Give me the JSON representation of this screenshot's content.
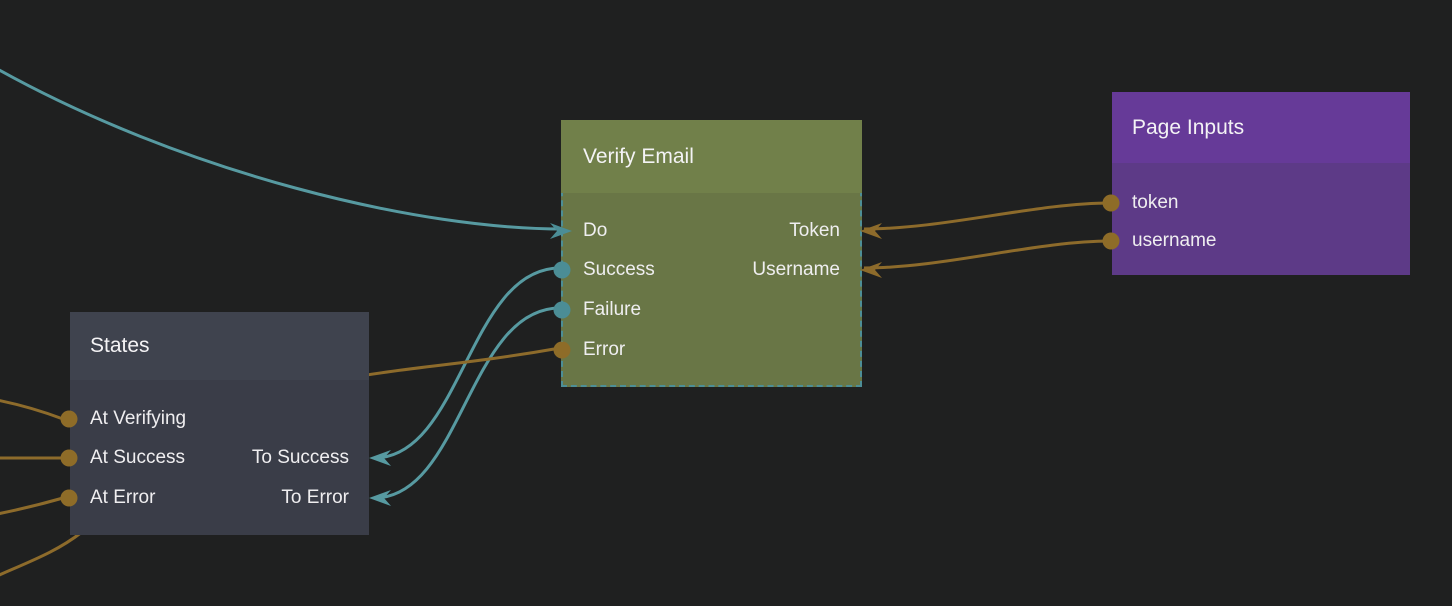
{
  "app": {
    "view": "node-graph-canvas"
  },
  "canvas": {
    "background": "#1f2020"
  },
  "colors": {
    "teal_wire": "#579aa1",
    "teal_port": "#4b8d96",
    "orange_wire": "#8d6b2b",
    "orange_port": "#8e6c28",
    "verify_header": "#71804a",
    "verify_body": "#697646",
    "selection_border": "#4d8e96",
    "page_inputs_header": "#663a98",
    "page_inputs_body": "#5d3a87",
    "states_header": "#3f434e",
    "states_body": "#3a3d48",
    "label_text": "#efeef0"
  },
  "nodes": [
    {
      "id": "verify-email",
      "title": "Verify Email",
      "selected": true,
      "left_ports": [
        {
          "label": "Do",
          "connector": "arrow-in",
          "color": "teal"
        },
        {
          "label": "Success",
          "connector": "dot",
          "color": "teal"
        },
        {
          "label": "Failure",
          "connector": "dot",
          "color": "teal"
        },
        {
          "label": "Error",
          "connector": "dot",
          "color": "orange"
        }
      ],
      "right_ports": [
        {
          "label": "Token",
          "connector": "arrow-in",
          "color": "orange"
        },
        {
          "label": "Username",
          "connector": "arrow-in",
          "color": "orange"
        }
      ]
    },
    {
      "id": "page-inputs",
      "title": "Page Inputs",
      "selected": false,
      "left_ports": [
        {
          "label": "token",
          "connector": "dot",
          "color": "orange"
        },
        {
          "label": "username",
          "connector": "dot",
          "color": "orange"
        }
      ],
      "right_ports": []
    },
    {
      "id": "states",
      "title": "States",
      "selected": false,
      "left_ports": [
        {
          "label": "At Verifying",
          "connector": "dot",
          "color": "orange"
        },
        {
          "label": "At Success",
          "connector": "dot",
          "color": "orange"
        },
        {
          "label": "At Error",
          "connector": "dot",
          "color": "orange"
        }
      ],
      "right_ports": [
        {
          "label": "To Success",
          "connector": "arrow-in",
          "color": "teal"
        },
        {
          "label": "To Error",
          "connector": "arrow-in",
          "color": "teal"
        }
      ]
    }
  ],
  "connections": [
    {
      "from": "offscreen-top-left",
      "to": "Verify Email.Do",
      "color": "teal"
    },
    {
      "from": "Verify Email.Success",
      "to": "States.To Success",
      "color": "teal"
    },
    {
      "from": "Verify Email.Failure",
      "to": "States.To Error",
      "color": "teal"
    },
    {
      "from": "Page Inputs.token",
      "to": "Verify Email.Token",
      "color": "orange"
    },
    {
      "from": "Page Inputs.username",
      "to": "Verify Email.Username",
      "color": "orange"
    },
    {
      "from": "Verify Email.Error",
      "to": "offscreen-bottom-left",
      "color": "orange",
      "note": "passes behind States node"
    },
    {
      "from": "offscreen-left",
      "to": "States.At Verifying",
      "color": "orange"
    },
    {
      "from": "offscreen-left",
      "to": "States.At Success",
      "color": "orange"
    },
    {
      "from": "offscreen-left",
      "to": "States.At Error",
      "color": "orange"
    }
  ]
}
